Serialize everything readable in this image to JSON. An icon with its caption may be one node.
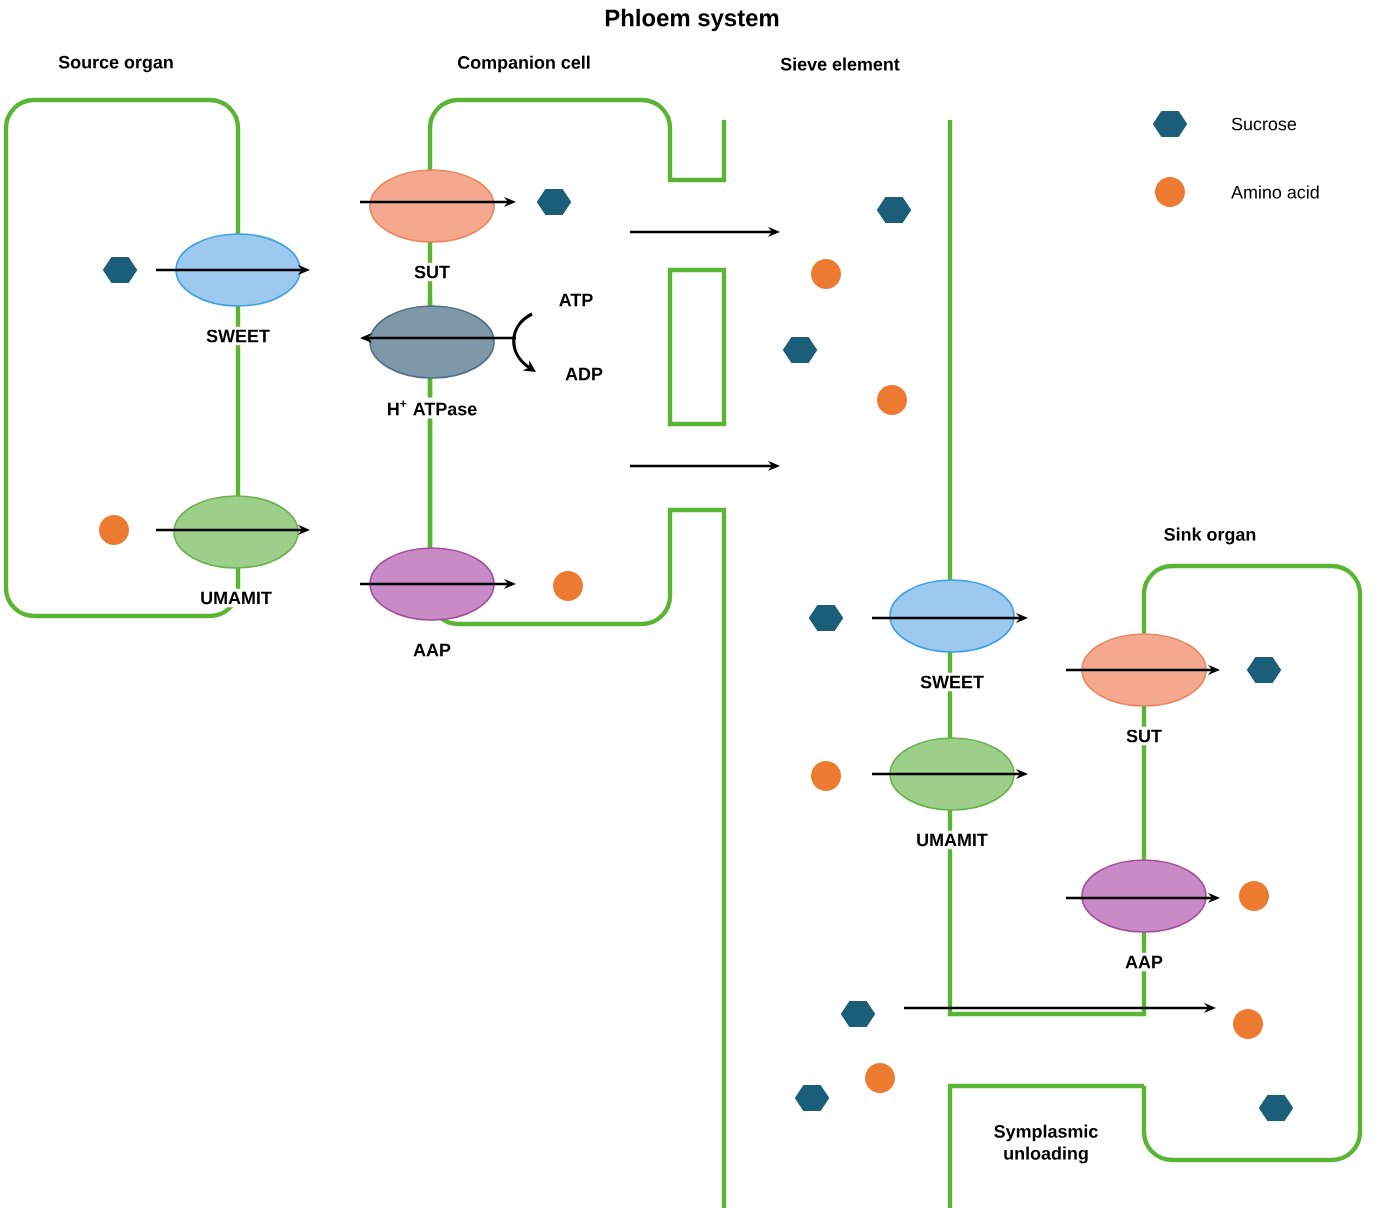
{
  "diagram": {
    "title": "Phloem system",
    "nodes": [
      {
        "text": [
          "SUT"
        ]
      },
      {
        "text": [
          "SWEET"
        ]
      },
      {
        "text": [
          "H$^{+}$ ATPase"
        ]
      },
      {
        "text": [
          "UMAMIT"
        ]
      },
      {
        "text": [
          "AAP"
        ]
      },
      {
        "text": [
          "SWEET"
        ]
      },
      {
        "text": [
          "SUT"
        ]
      },
      {
        "text": [
          "UMAMIT"
        ]
      },
      {
        "text": [
          "AAP"
        ]
      }
    ],
    "labels": [
      "Source organ",
      "Companion cell",
      "Sieve element",
      "ATP",
      "ADP",
      "Sink organ",
      "Symplasmic unloading"
    ],
    "legend": [
      {
        "text": "Sucrose"
      },
      {
        "text": "Amino acid"
      }
    ]
  }
}
